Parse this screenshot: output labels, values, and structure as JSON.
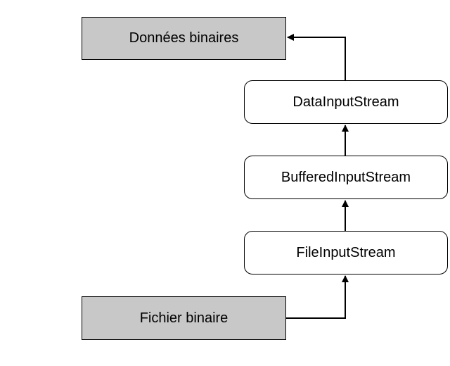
{
  "nodes": {
    "donnees_binaires": "Données binaires",
    "data_input_stream": "DataInputStream",
    "buffered_input_stream": "BufferedInputStream",
    "file_input_stream": "FileInputStream",
    "fichier_binaire": "Fichier binaire"
  },
  "edges": [
    {
      "from": "fichier_binaire",
      "to": "file_input_stream"
    },
    {
      "from": "file_input_stream",
      "to": "buffered_input_stream"
    },
    {
      "from": "buffered_input_stream",
      "to": "data_input_stream"
    },
    {
      "from": "data_input_stream",
      "to": "donnees_binaires"
    }
  ],
  "colors": {
    "data_box_fill": "#c8c8c8",
    "stream_box_fill": "#ffffff",
    "stroke": "#000000"
  }
}
